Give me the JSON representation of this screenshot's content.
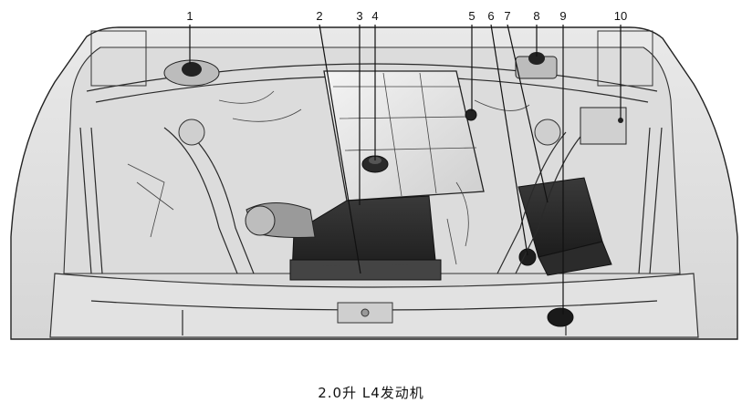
{
  "caption": "2.0升  L4发动机",
  "callouts": [
    {
      "label": "1",
      "name": "callout-1"
    },
    {
      "label": "2",
      "name": "callout-2"
    },
    {
      "label": "3",
      "name": "callout-3"
    },
    {
      "label": "4",
      "name": "callout-4"
    },
    {
      "label": "5",
      "name": "callout-5"
    },
    {
      "label": "6",
      "name": "callout-6"
    },
    {
      "label": "7",
      "name": "callout-7"
    },
    {
      "label": "8",
      "name": "callout-8"
    },
    {
      "label": "9",
      "name": "callout-9"
    },
    {
      "label": "10",
      "name": "callout-10"
    }
  ]
}
